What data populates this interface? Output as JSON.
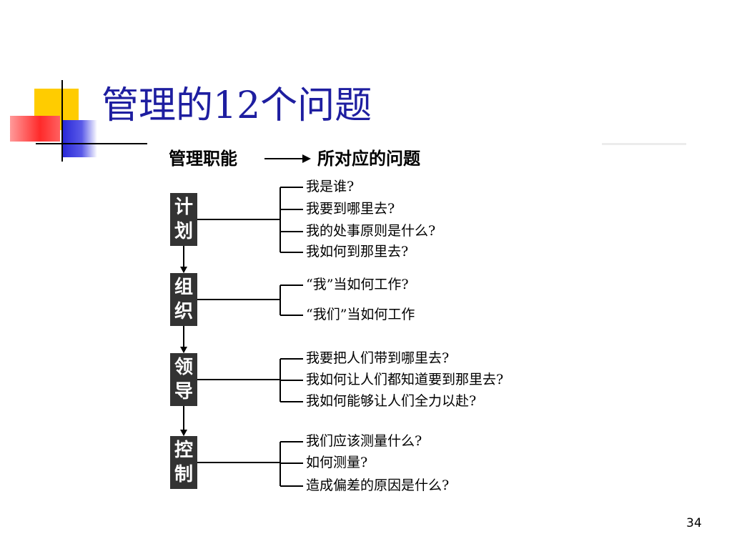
{
  "slide": {
    "title": "管理的12个问题",
    "page_number": "34"
  },
  "diagram": {
    "header_left": "管理职能",
    "header_right": "所对应的问题",
    "functions": [
      {
        "line1": "计",
        "line2": "划",
        "questions": [
          "我是谁?",
          "我要到哪里去?",
          "我的处事原则是什么?",
          "我如何到那里去?"
        ]
      },
      {
        "line1": "组",
        "line2": "织",
        "questions": [
          "“我”当如何工作?",
          "“我们”当如何工作"
        ]
      },
      {
        "line1": "领",
        "line2": "导",
        "questions": [
          "我要把人们带到哪里去?",
          "我如何让人们都知道要到那里去?",
          "我如何能够让人们全力以赴?"
        ]
      },
      {
        "line1": "控",
        "line2": "制",
        "questions": [
          "我们应该测量什么?",
          "如何测量?",
          "造成偏差的原因是什么?"
        ]
      }
    ]
  },
  "colors": {
    "title": "#1e1ea0",
    "box": "#333333",
    "accent_yellow": "#ffcc00",
    "accent_blue": "#2a2ad8",
    "accent_red": "#ff2a2a"
  }
}
